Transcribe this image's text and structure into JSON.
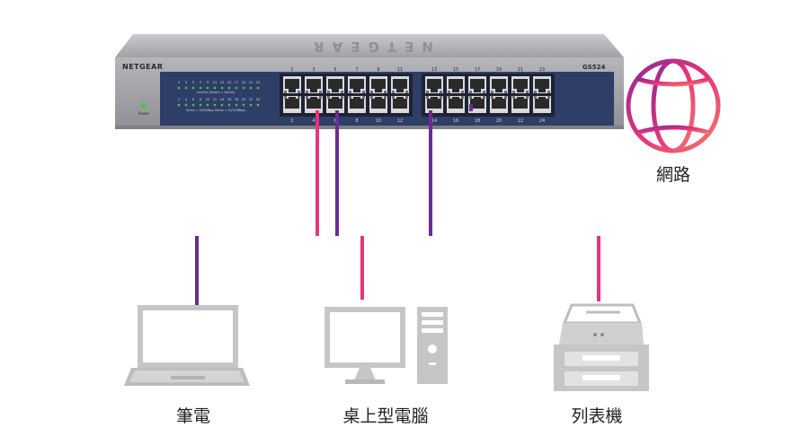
{
  "switch": {
    "brand": "NETGEAR",
    "model": "GS524",
    "power_label": "Power",
    "top_port_numbers": [
      "1",
      "3",
      "5",
      "7",
      "9",
      "11",
      "13",
      "15",
      "17",
      "19",
      "21",
      "23"
    ],
    "bottom_port_numbers": [
      "2",
      "4",
      "6",
      "8",
      "10",
      "12",
      "14",
      "16",
      "18",
      "20",
      "22",
      "24"
    ],
    "led_top_numbers": [
      "1",
      "3",
      "5",
      "7",
      "9",
      "11",
      "13",
      "15",
      "17",
      "19",
      "21",
      "23"
    ],
    "led_bottom_numbers": [
      "2",
      "4",
      "6",
      "8",
      "10",
      "12",
      "14",
      "16",
      "18",
      "20",
      "22",
      "24"
    ],
    "led_caption_1": "Link/Act (Green) = Activity",
    "led_caption_2": "Green = 1000Mbps  Yellow = 10/100Mbps"
  },
  "labels": {
    "network": "網路",
    "laptop": "筆電",
    "desktop": "桌上型電腦",
    "printer": "列表機"
  },
  "colors": {
    "cable_purple": "#6a2c91",
    "cable_magenta": "#e8337a",
    "cable_orange": "#f07a6a",
    "switch_blue": "#2f3e66",
    "switch_silver": "#a8aaad",
    "led_green": "#4ec24a"
  },
  "icons": {
    "network": "globe-icon",
    "laptop": "laptop-icon",
    "desktop": "desktop-computer-icon",
    "printer": "printer-icon"
  }
}
